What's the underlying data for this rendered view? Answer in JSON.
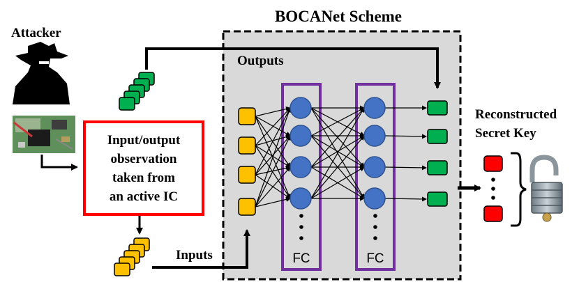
{
  "title": "BOCANet Scheme",
  "attacker_label": "Attacker",
  "observation_text": [
    "Input/output",
    "observation",
    "taken from",
    "an active IC"
  ],
  "outputs_label": "Outputs",
  "inputs_label": "Inputs",
  "fc_labels": [
    "FC",
    "FC"
  ],
  "reconstructed_text": [
    "Reconstructed",
    "Secret Key"
  ],
  "colors": {
    "input_box": "#ffc000",
    "output_box": "#00b050",
    "neuron": "#4472c4",
    "fc_border": "#7030a0",
    "observation_border": "#ff0000",
    "key_bit": "#ff0000",
    "scheme_bg": "#d9d9d9"
  },
  "icons": [
    "attacker-silhouette-icon",
    "circuit-board-icon",
    "padlock-icon"
  ]
}
